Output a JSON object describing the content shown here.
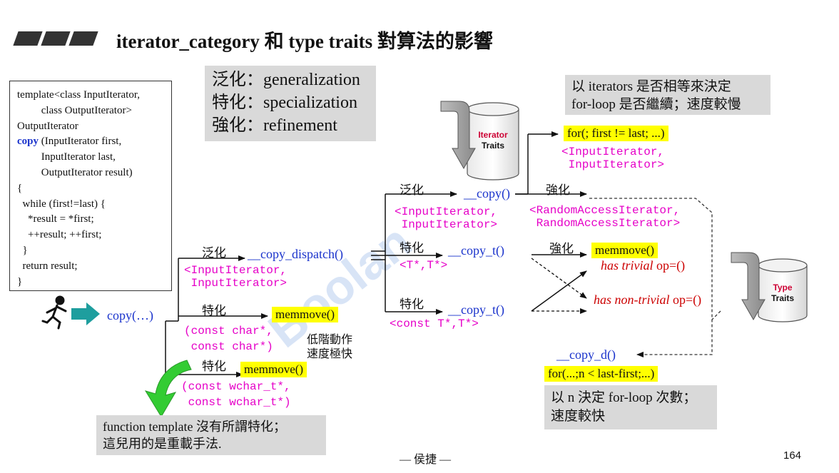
{
  "title": "iterator_category 和 type traits 對算法的影響",
  "code": {
    "line1": "template<class InputIterator,",
    "line2": "         class OutputIterator>",
    "line3": "OutputIterator",
    "copy_kw": "copy",
    "line4_rest": " (InputIterator first,",
    "line5": "         InputIterator last,",
    "line6": "         OutputIterator result)",
    "line7": "{",
    "line8": "  while (first!=last) {",
    "line9": "    *result = *first;",
    "line10": "    ++result; ++first;",
    "line11": "  }",
    "line12": "  return result;",
    "line13": "}"
  },
  "glossary": {
    "line1": "泛化：generalization",
    "line2": "特化：specialization",
    "line3": "強化：refinement"
  },
  "labels": {
    "generalize": "泛化",
    "specialize": "特化",
    "refine": "強化"
  },
  "nodes": {
    "copy_call": "copy(…)",
    "copy_dispatch": "__copy_dispatch()",
    "copy_dispatch_types": "<InputIterator,\n InputIterator>",
    "memmove_char": "memmove()",
    "char_types": "(const char*,\n const char*)",
    "low_level": "低階動作",
    "very_fast": "速度極快",
    "memmove_wchar": "memmove()",
    "wchar_types": "(const wchar_t*,\n const wchar_t*)",
    "copy_inner": "__copy()",
    "copy_inner_types": "<InputIterator,\n InputIterator>",
    "copy_t1": "__copy_t()",
    "copy_t1_types": "<T*,T*>",
    "copy_t2": "__copy_t()",
    "copy_t2_types": "<const T*,T*>",
    "for_neq": "for(; first != last; ...)",
    "for_neq_types": "<InputIterator,\n InputIterator>",
    "rai_types": "<RandomAccessIterator,\n RandomAccessIterator>",
    "memmove_trivial": "memmove()",
    "has_trivial": "has trivial",
    "has_trivial_op": " op=()",
    "has_nontrivial": "has non-trivial",
    "has_nontrivial_op": " op=()",
    "copy_d": "__copy_d()",
    "for_n": "for(...;n < last-first;...)"
  },
  "notes": {
    "top_line1": "以 iterators 是否相等來決定",
    "top_line2": "for-loop 是否繼續；速度較慢",
    "bottom_line1": "以 n 決定 for-loop 次數；",
    "bottom_line2": "速度較快",
    "ft_line1": "function template 沒有所謂特化；",
    "ft_line2": "這兒用的是重載手法."
  },
  "cylinders": {
    "iterator_line1": "Iterator",
    "iterator_line2": "Traits",
    "type_line1": "Type",
    "type_line2": "Traits"
  },
  "footer": "— 侯捷 —",
  "page_number": "164",
  "colors": {
    "function_blue": "#1a33cc",
    "type_magenta": "#e600c8",
    "highlight_yellow": "#ffff00",
    "note_gray": "#d9d9d9",
    "arrow_teal": "#1e9e9e",
    "arrow_green": "#33cc33",
    "red": "#cc0000"
  }
}
